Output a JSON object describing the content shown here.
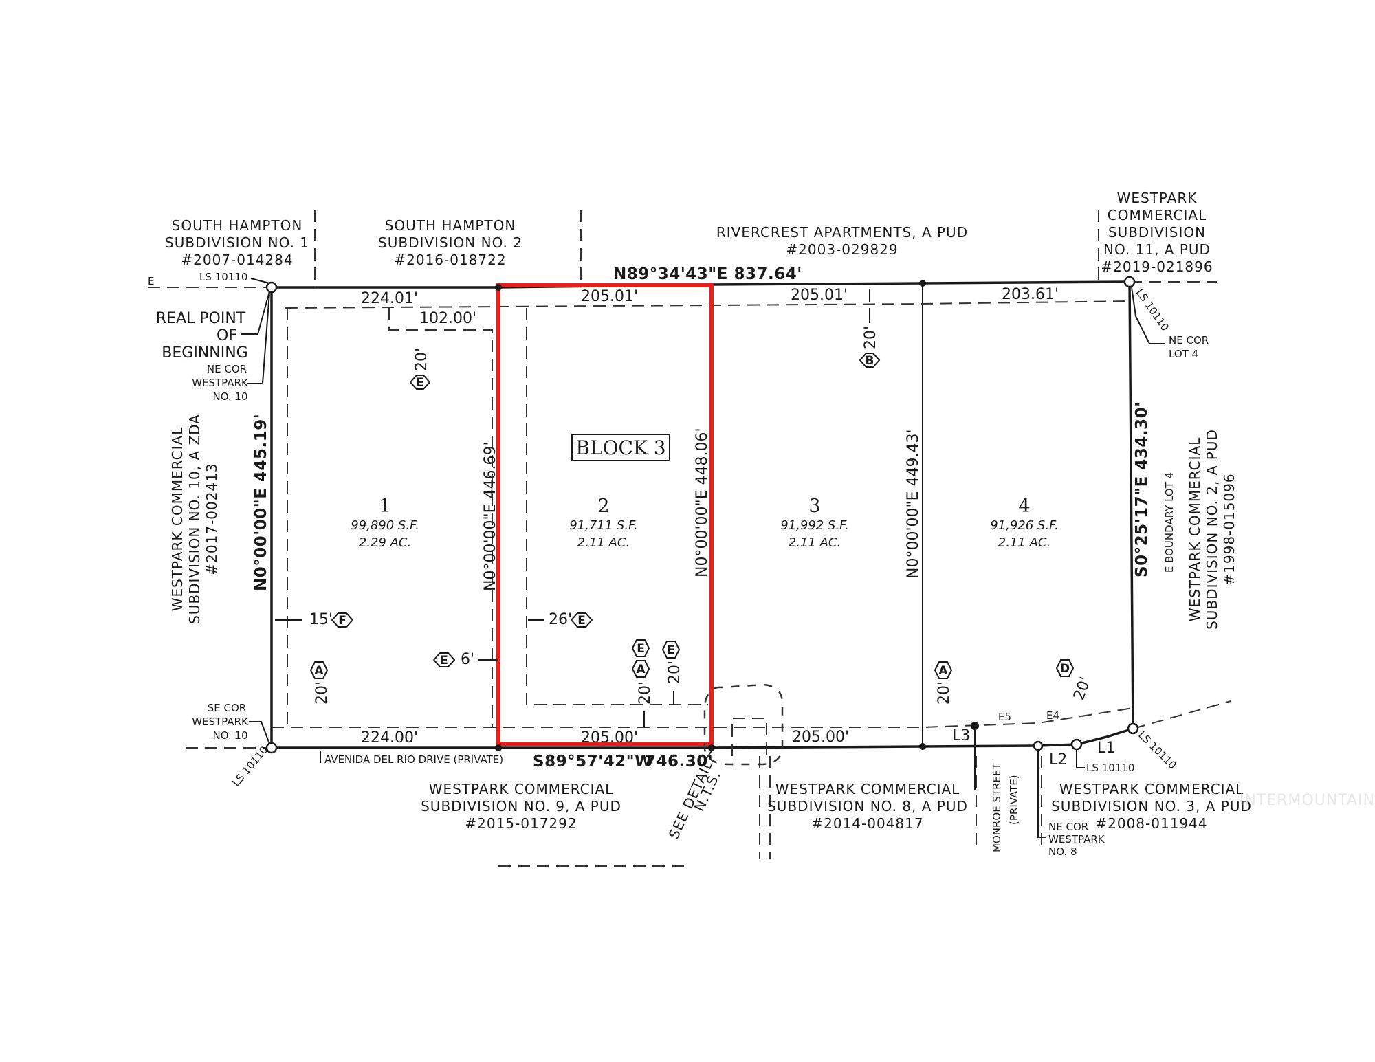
{
  "block_label": "BLOCK 3",
  "watermark": "INTERMOUNTAIN",
  "lots": [
    {
      "number": "1",
      "area_sf": "99,890 S.F.",
      "area_ac": "2.29 AC."
    },
    {
      "number": "2",
      "area_sf": "91,711 S.F.",
      "area_ac": "2.11 AC."
    },
    {
      "number": "3",
      "area_sf": "91,992 S.F.",
      "area_ac": "2.11 AC."
    },
    {
      "number": "4",
      "area_sf": "91,926 S.F.",
      "area_ac": "2.11 AC."
    }
  ],
  "highlight_color": "#e8201c",
  "adjoining": {
    "sh1": {
      "line1": "SOUTH HAMPTON",
      "line2": "SUBDIVISION NO. 1",
      "line3": "#2007-014284"
    },
    "sh2": {
      "line1": "SOUTH HAMPTON",
      "line2": "SUBDIVISION NO. 2",
      "line3": "#2016-018722"
    },
    "rivercrest": {
      "line1": "RIVERCREST APARTMENTS, A PUD",
      "line2": "#2003-029829"
    },
    "wp11": {
      "line1": "WESTPARK",
      "line2": "COMMERCIAL",
      "line3": "SUBDIVISION",
      "line4": "NO. 11, A PUD",
      "line5": "#2019-021896"
    },
    "wp10": {
      "line1": "WESTPARK COMMERCIAL",
      "line2": "SUBDIVISION NO. 10, A ZDA",
      "line3": "#2017-002413"
    },
    "wp2": {
      "line1": "WESTPARK COMMERCIAL",
      "line2": "SUBDIVISION NO. 2, A PUD",
      "line3": "#1998-015096"
    },
    "wp9": {
      "line1": "WESTPARK COMMERCIAL",
      "line2": "SUBDIVISION NO. 9, A PUD",
      "line3": "#2015-017292"
    },
    "wp8": {
      "line1": "WESTPARK COMMERCIAL",
      "line2": "SUBDIVISION NO. 8, A PUD",
      "line3": "#2014-004817"
    },
    "wp3": {
      "line1": "WESTPARK COMMERCIAL",
      "line2": "SUBDIVISION NO. 3, A PUD",
      "line3": "#2008-011944"
    }
  },
  "bearings": {
    "north": "N89°34'43\"E 837.64'",
    "south": "S89°57'42\"W",
    "south_dist": "746.30'",
    "west": "N0°00'00\"E 445.19'",
    "east": "S0°25'17\"E 434.30'",
    "lot12": "N0°00'00\"E 446.69'",
    "lot23": "N0°00'00\"E 448.06'",
    "lot34": "N0°00'00\"E 449.43'"
  },
  "distances": {
    "n1": "224.01'",
    "n2": "205.01'",
    "n3": "205.01'",
    "n4": "203.61'",
    "s1": "224.00'",
    "s2": "205.00'",
    "s3": "205.00'",
    "e102": "102.00'",
    "e20a": "20'",
    "b20": "20'",
    "f15": "15'",
    "e26": "26'",
    "e6": "6'",
    "a20a": "20'",
    "a20b": "20'",
    "e20b": "20'",
    "a20c": "20'",
    "d20": "20'"
  },
  "codes": {
    "a": "A",
    "b": "B",
    "d": "D",
    "e": "E",
    "f": "F"
  },
  "notes": {
    "ls": "LS 10110",
    "rpob1": "REAL POINT",
    "rpob2": "OF",
    "rpob3": "BEGINNING",
    "necor_wp10_1": "NE COR",
    "necor_wp10_2": "WESTPARK",
    "necor_wp10_3": "NO. 10",
    "secor_wp10_1": "SE COR",
    "secor_wp10_2": "WESTPARK",
    "secor_wp10_3": "NO. 10",
    "necor_lot4_1": "NE COR",
    "necor_lot4_2": "LOT 4",
    "eboundary": "E BOUNDARY LOT 4",
    "avenida": "AVENIDA DEL RIO DRIVE (PRIVATE)",
    "seedetail1": "SEE DETAIL",
    "seedetail2": "N.T.S.",
    "monroe1": "MONROE STREET",
    "monroe2": "(PRIVATE)",
    "necor_wp8_1": "NE COR",
    "necor_wp8_2": "WESTPARK",
    "necor_wp8_3": "NO. 8",
    "e_mark": "E",
    "l1": "L1",
    "l2": "L2",
    "l3": "L3",
    "e4": "E4",
    "e5": "E5"
  }
}
